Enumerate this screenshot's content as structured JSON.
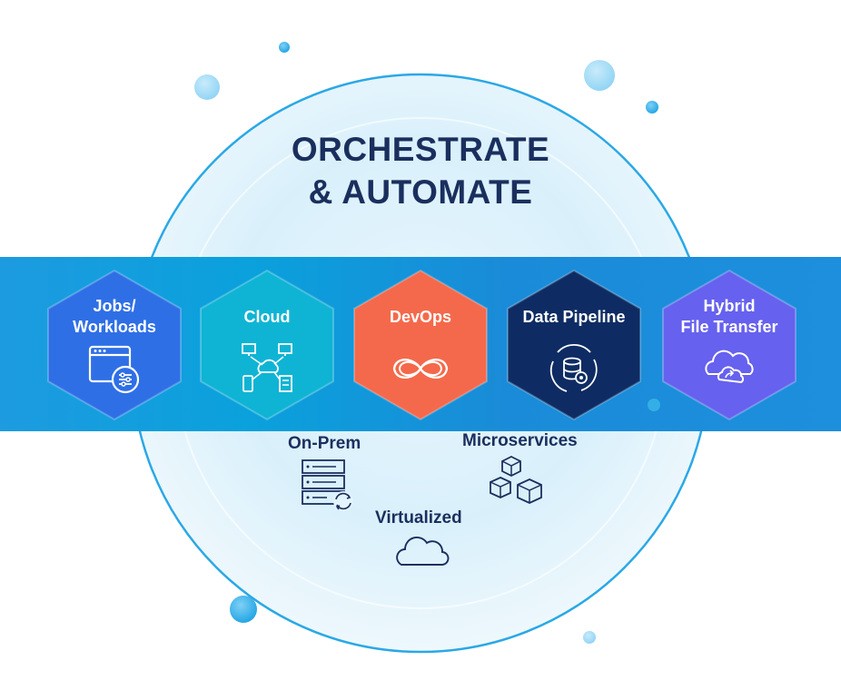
{
  "title": {
    "line1": "ORCHESTRATE",
    "line2": "& AUTOMATE"
  },
  "hexagons": [
    {
      "label1": "Jobs/",
      "label2": "Workloads",
      "color": "#2f6fe6",
      "icon": "window-settings-icon"
    },
    {
      "label1": "Cloud",
      "label2": "",
      "color": "#0fb4d4",
      "icon": "network-cloud-icon"
    },
    {
      "label1": "DevOps",
      "label2": "",
      "color": "#f4694b",
      "icon": "infinity-icon"
    },
    {
      "label1": "Data Pipeline",
      "label2": "",
      "color": "#0e2c63",
      "icon": "database-gear-icon"
    },
    {
      "label1": "Hybrid",
      "label2": "File Transfer",
      "color": "#6661ee",
      "icon": "cloud-transfer-icon"
    }
  ],
  "infrastructure": {
    "onprem": {
      "label": "On-Prem",
      "icon": "server-icon"
    },
    "microservices": {
      "label": "Microservices",
      "icon": "cubes-icon"
    },
    "virtualized": {
      "label": "Virtualized",
      "icon": "cloud-icon"
    }
  },
  "colors": {
    "title": "#1b2f5e",
    "band": "#1a94dc",
    "circle_stroke": "#2aa8e6"
  }
}
